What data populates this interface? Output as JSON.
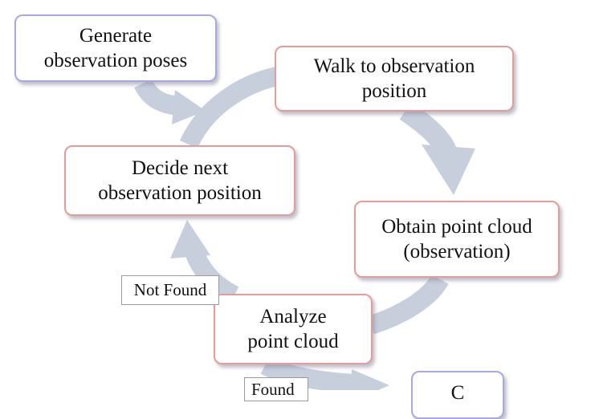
{
  "nodes": {
    "generate": "Generate\nobservation poses",
    "walk": "Walk to observation\nposition",
    "decide": "Decide next\nobservation position",
    "obtain": "Obtain point cloud\n(observation)",
    "analyze": "Analyze\npoint cloud",
    "bottom_right": "C"
  },
  "edge_labels": {
    "not_found": "Not Found",
    "found": "Found"
  },
  "colors": {
    "arrow": "#c7cfdc",
    "blue_border": "#a8a8e8",
    "red_border": "#e89a9a"
  }
}
